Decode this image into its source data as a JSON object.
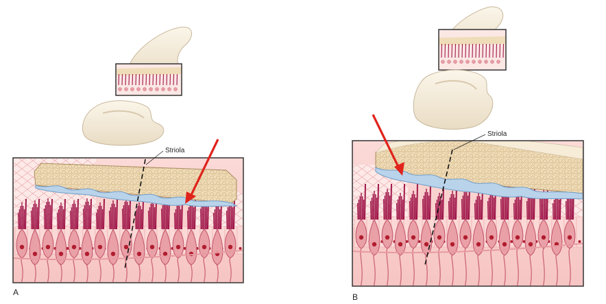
{
  "figure": {
    "panels": [
      {
        "id": "A",
        "panel_label": "A",
        "striola_label": "Striola",
        "arrow_color": "#e0231b"
      },
      {
        "id": "B",
        "panel_label": "B",
        "striola_label": "Striola",
        "arrow_color": "#e0231b"
      }
    ],
    "colors": {
      "otoconial": "#efdcb8",
      "otoconial_edge": "#c9a876",
      "gel_layer": "#b9d3ea",
      "gel_edge": "#6f9cc7",
      "macula_bg": "#fbe2e0",
      "hair_bundle": "#a0174a",
      "hair_cell": "#e9a0a6",
      "hair_cell_edge": "#c2546b",
      "nucleus": "#b11d2f",
      "nerve": "#cc6676",
      "frame": "#333333"
    }
  }
}
